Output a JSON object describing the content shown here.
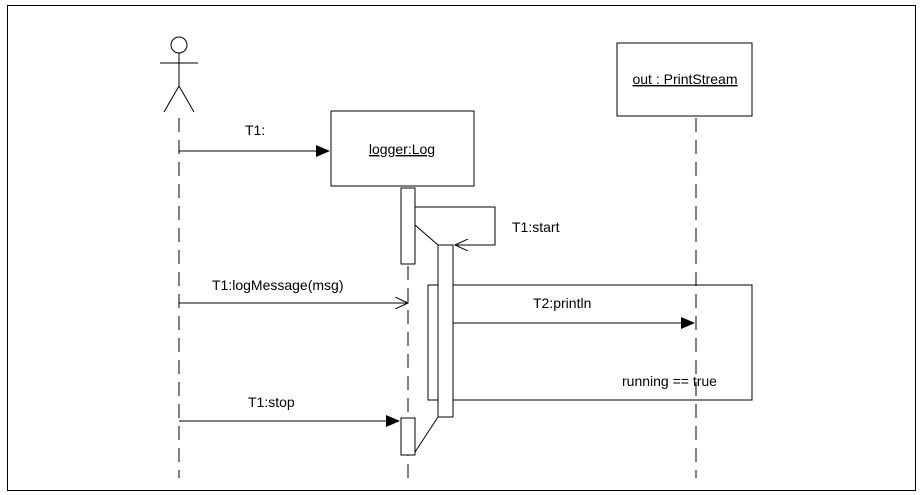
{
  "objects": {
    "logger": "logger:Log",
    "out": "out : PrintStream"
  },
  "messages": {
    "create": "T1:",
    "start": "T1:start",
    "log_message": "T1:logMessage(msg)",
    "println": "T2:println",
    "stop": "T1:stop"
  },
  "loop_condition": "running == true"
}
